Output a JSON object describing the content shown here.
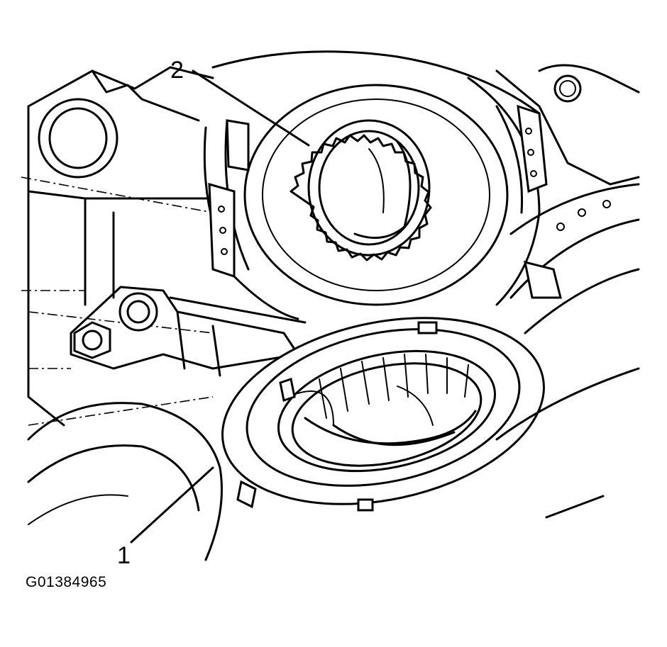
{
  "figure": {
    "id_label": "G01384965",
    "callouts": [
      {
        "number": "1"
      },
      {
        "number": "2"
      }
    ]
  }
}
